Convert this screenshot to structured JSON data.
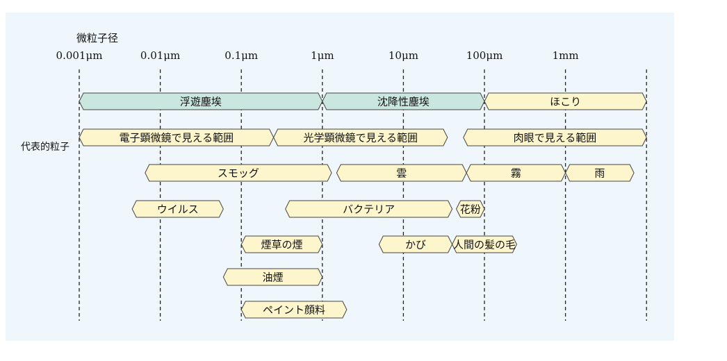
{
  "title": "微粒子径",
  "side_label": "代表的粒子",
  "scale": [
    {
      "label": "0.001μm",
      "value": 0.001
    },
    {
      "label": "0.01μm",
      "value": 0.01
    },
    {
      "label": "0.1μm",
      "value": 0.1
    },
    {
      "label": "1μm",
      "value": 1
    },
    {
      "label": "10μm",
      "value": 10
    },
    {
      "label": "100μm",
      "value": 100
    },
    {
      "label": "1mm",
      "value": 1000
    },
    {
      "label": "",
      "value": 10000
    }
  ],
  "colors": {
    "teal": "#c9e6df",
    "cream": "#fdf6cd",
    "stroke": "#444444",
    "panel": "#eff6fc"
  },
  "bars": [
    {
      "label": "浮遊塵埃",
      "from": 0.001,
      "to": 1,
      "row": 0,
      "color": "teal"
    },
    {
      "label": "沈降性塵埃",
      "from": 1,
      "to": 100,
      "row": 0,
      "color": "teal"
    },
    {
      "label": "ほこり",
      "from": 100,
      "to": 10000,
      "row": 0,
      "color": "cream"
    },
    {
      "label": "電子顕微鏡で見える範囲",
      "from": 0.001,
      "to": 0.25,
      "row": 1,
      "color": "cream"
    },
    {
      "label": "光学顕微鏡で見える範囲",
      "from": 0.25,
      "to": 35,
      "row": 1,
      "color": "cream"
    },
    {
      "label": "肉眼で見える範囲",
      "from": 55,
      "to": 10000,
      "row": 1,
      "color": "cream"
    },
    {
      "label": "スモッグ",
      "from": 0.0065,
      "to": 1.3,
      "row": 2,
      "color": "cream"
    },
    {
      "label": "雲",
      "from": 1.5,
      "to": 60,
      "row": 2,
      "color": "cream"
    },
    {
      "label": "霧",
      "from": 60,
      "to": 1000,
      "row": 2,
      "color": "cream"
    },
    {
      "label": "雨",
      "from": 1000,
      "to": 7000,
      "row": 2,
      "color": "cream"
    },
    {
      "label": "ウイルス",
      "from": 0.0045,
      "to": 0.06,
      "row": 3,
      "color": "cream"
    },
    {
      "label": "バクテリア",
      "from": 0.35,
      "to": 40,
      "row": 3,
      "color": "cream"
    },
    {
      "label": "花粉",
      "from": 45,
      "to": 100,
      "row": 3,
      "color": "cream"
    },
    {
      "label": "煙草の煙",
      "from": 0.1,
      "to": 1,
      "row": 4,
      "color": "cream"
    },
    {
      "label": "かび",
      "from": 5,
      "to": 40,
      "row": 4,
      "color": "cream"
    },
    {
      "label": "人間の髪の毛",
      "from": 40,
      "to": 250,
      "row": 4,
      "color": "cream"
    },
    {
      "label": "油煙",
      "from": 0.06,
      "to": 1,
      "row": 5,
      "color": "cream"
    },
    {
      "label": "ペイント顔料",
      "from": 0.1,
      "to": 2,
      "row": 6,
      "color": "cream"
    }
  ]
}
